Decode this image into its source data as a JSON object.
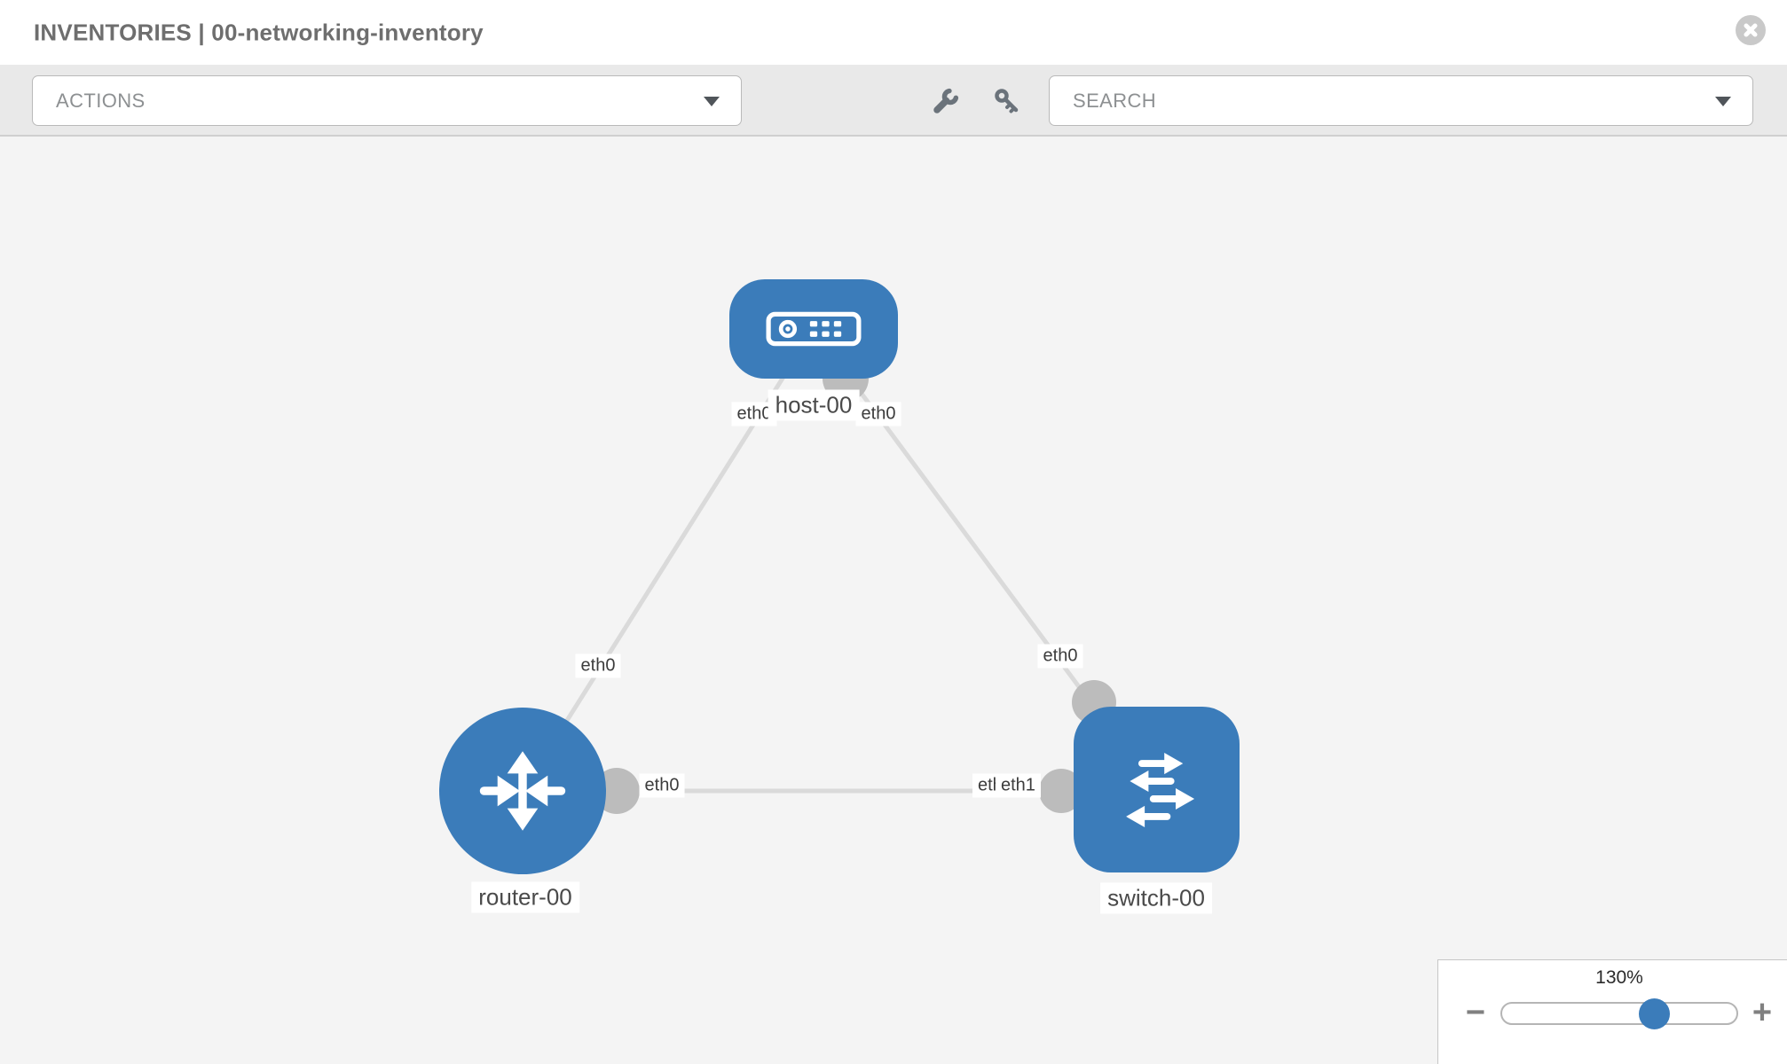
{
  "header": {
    "title": "INVENTORIES | 00-networking-inventory"
  },
  "toolbar": {
    "actions_label": "ACTIONS",
    "search_label": "SEARCH"
  },
  "topology": {
    "nodes": [
      {
        "label": "host-00",
        "type": "host"
      },
      {
        "label": "router-00",
        "type": "router"
      },
      {
        "label": "switch-00",
        "type": "switch"
      }
    ],
    "links": [
      {
        "from": "host-00",
        "to": "router-00",
        "from_interface": "eth0",
        "to_interface": "eth0"
      },
      {
        "from": "host-00",
        "to": "switch-00",
        "from_interface": "eth0",
        "to_interface": "eth0"
      },
      {
        "from": "router-00",
        "to": "switch-00",
        "from_interface": "eth0",
        "to_interface": "eth1",
        "to_interface_overlap": "eth1"
      }
    ]
  },
  "zoom_control": {
    "value": "130%",
    "minus_label": "−",
    "plus_label": "+"
  },
  "colors": {
    "node_blue": "#3b7cba",
    "link_grey": "#dadada",
    "connector_grey": "#bcbcbc",
    "icon_grey": "#6b737b",
    "canvas_grey": "#f4f4f4"
  }
}
